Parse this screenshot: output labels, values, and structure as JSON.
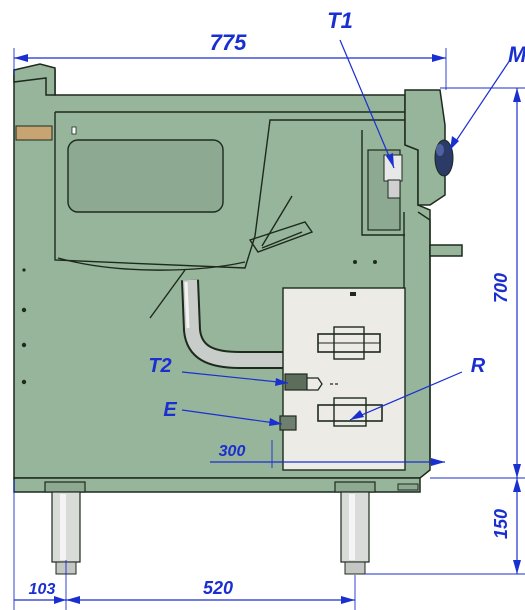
{
  "dimensions": {
    "width_top": "775",
    "height_right": "700",
    "leg_height": "150",
    "panel_offset": "300",
    "left_offset": "103",
    "leg_spacing": "520"
  },
  "callouts": {
    "t1": "T1",
    "m": "M",
    "t2": "T2",
    "e": "E",
    "r": "R"
  },
  "colors": {
    "body": "#97b59a",
    "dimension": "#1a2fd0",
    "outline": "#1d2a1d",
    "panel": "#ecebe6",
    "tag": "#c7a472"
  }
}
